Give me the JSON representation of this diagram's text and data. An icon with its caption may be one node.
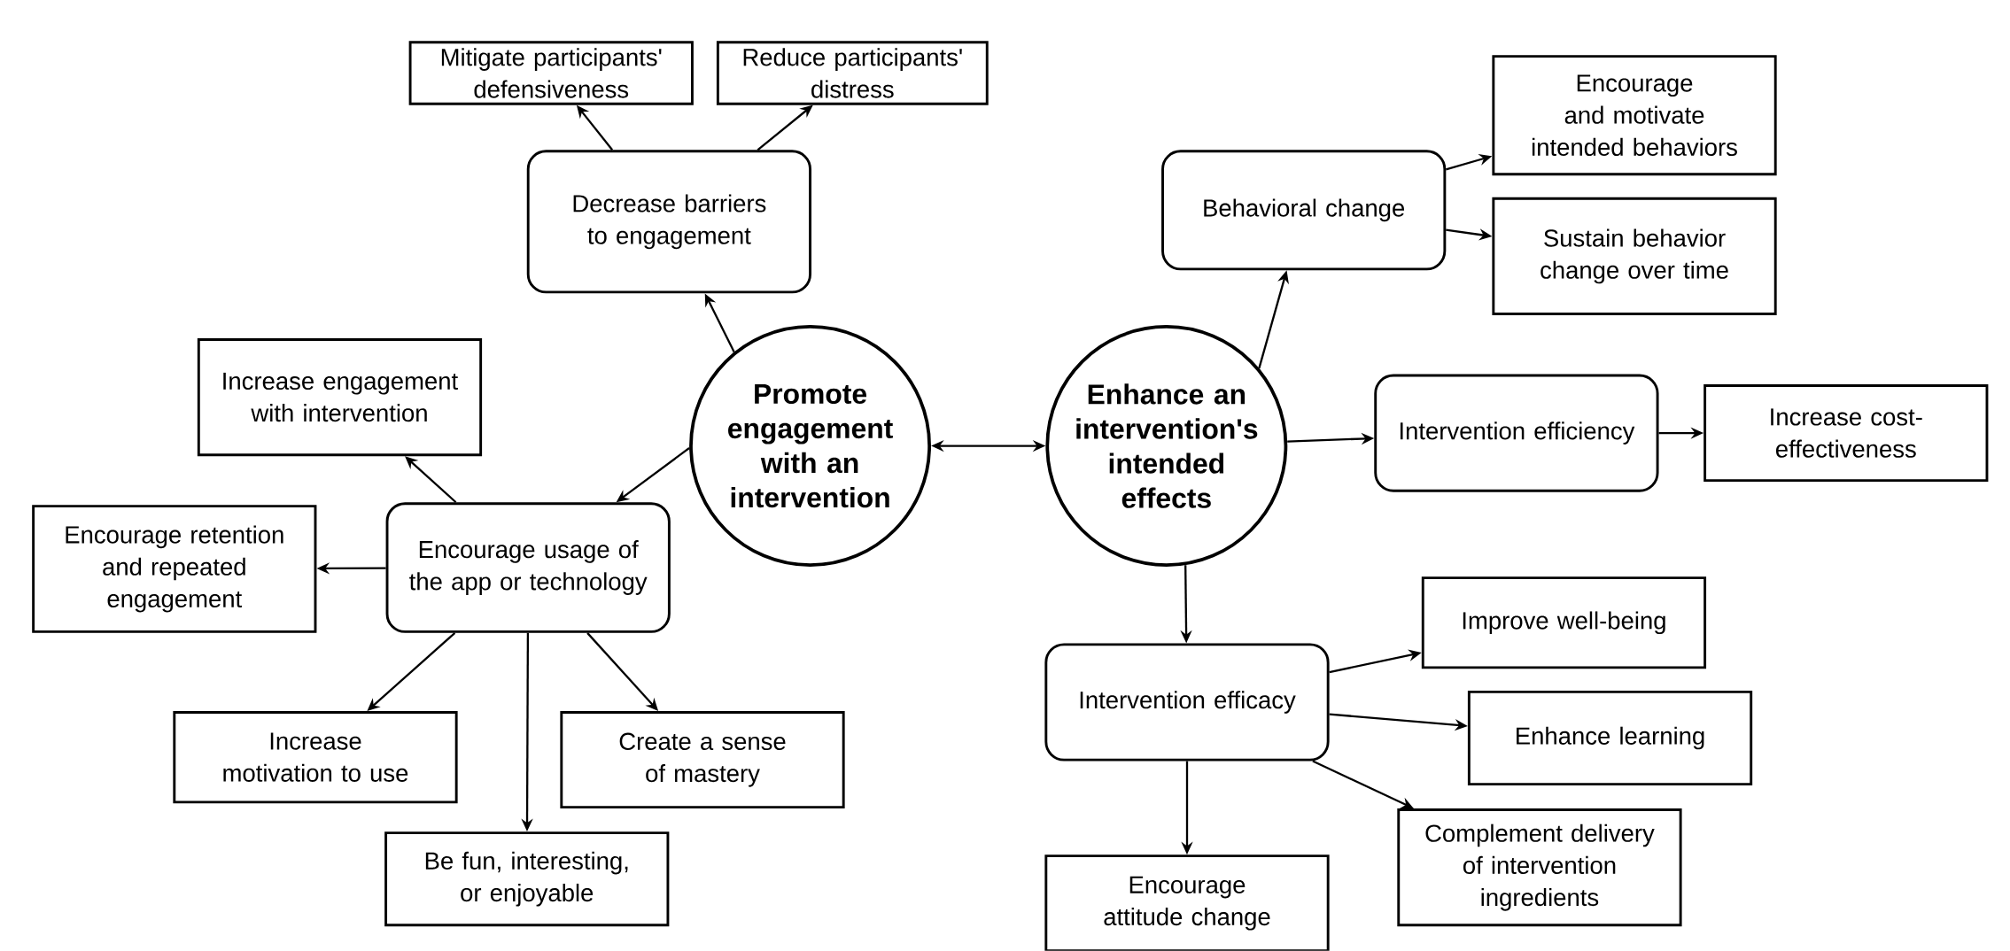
{
  "diagram": {
    "nodes": [
      {
        "text": [
          "Promote engagement with an intervention"
        ]
      },
      {
        "text": [
          "Enhance an intervention's intended effects"
        ]
      },
      {
        "text": [
          "Decrease barriers to engagement"
        ]
      },
      {
        "text": [
          "Mitigate participants' defensiveness"
        ]
      },
      {
        "text": [
          "Reduce participants' distress"
        ]
      },
      {
        "text": [
          "Encourage usage of the app or technology"
        ]
      },
      {
        "text": [
          "Increase engagement with intervention"
        ]
      },
      {
        "text": [
          "Encourage retention and repeated engagement"
        ]
      },
      {
        "text": [
          "Increase motivation to use"
        ]
      },
      {
        "text": [
          "Be fun, interesting, or enjoyable"
        ]
      },
      {
        "text": [
          "Create a sense of mastery"
        ]
      },
      {
        "text": [
          "Behavioral change"
        ]
      },
      {
        "text": [
          "Encourage and motivate intended behaviors"
        ]
      },
      {
        "text": [
          "Sustain behavior change over time"
        ]
      },
      {
        "text": [
          "Intervention efficiency"
        ]
      },
      {
        "text": [
          "Increase cost-effectiveness"
        ]
      },
      {
        "text": [
          "Intervention efficacy"
        ]
      },
      {
        "text": [
          "Improve well-being"
        ]
      },
      {
        "text": [
          "Enhance learning"
        ]
      },
      {
        "text": [
          "Complement delivery of intervention ingredients"
        ]
      },
      {
        "text": [
          "Encourage attitude change"
        ]
      }
    ],
    "edges": [
      {
        "from": 0,
        "to": 2,
        "arrow": "to"
      },
      {
        "from": 2,
        "to": 3,
        "arrow": "to"
      },
      {
        "from": 2,
        "to": 4,
        "arrow": "to"
      },
      {
        "from": 0,
        "to": 5,
        "arrow": "to"
      },
      {
        "from": 5,
        "to": 6,
        "arrow": "to"
      },
      {
        "from": 5,
        "to": 7,
        "arrow": "to"
      },
      {
        "from": 5,
        "to": 8,
        "arrow": "to"
      },
      {
        "from": 5,
        "to": 9,
        "arrow": "to"
      },
      {
        "from": 5,
        "to": 10,
        "arrow": "to"
      },
      {
        "from": 0,
        "to": 1,
        "arrow": "both"
      },
      {
        "from": 1,
        "to": 11,
        "arrow": "to"
      },
      {
        "from": 11,
        "to": 12,
        "arrow": "to"
      },
      {
        "from": 11,
        "to": 13,
        "arrow": "to"
      },
      {
        "from": 1,
        "to": 14,
        "arrow": "to"
      },
      {
        "from": 14,
        "to": 15,
        "arrow": "to"
      },
      {
        "from": 1,
        "to": 16,
        "arrow": "to"
      },
      {
        "from": 16,
        "to": 17,
        "arrow": "to"
      },
      {
        "from": 16,
        "to": 18,
        "arrow": "to"
      },
      {
        "from": 16,
        "to": 19,
        "arrow": "to"
      },
      {
        "from": 16,
        "to": 20,
        "arrow": "to"
      }
    ]
  }
}
